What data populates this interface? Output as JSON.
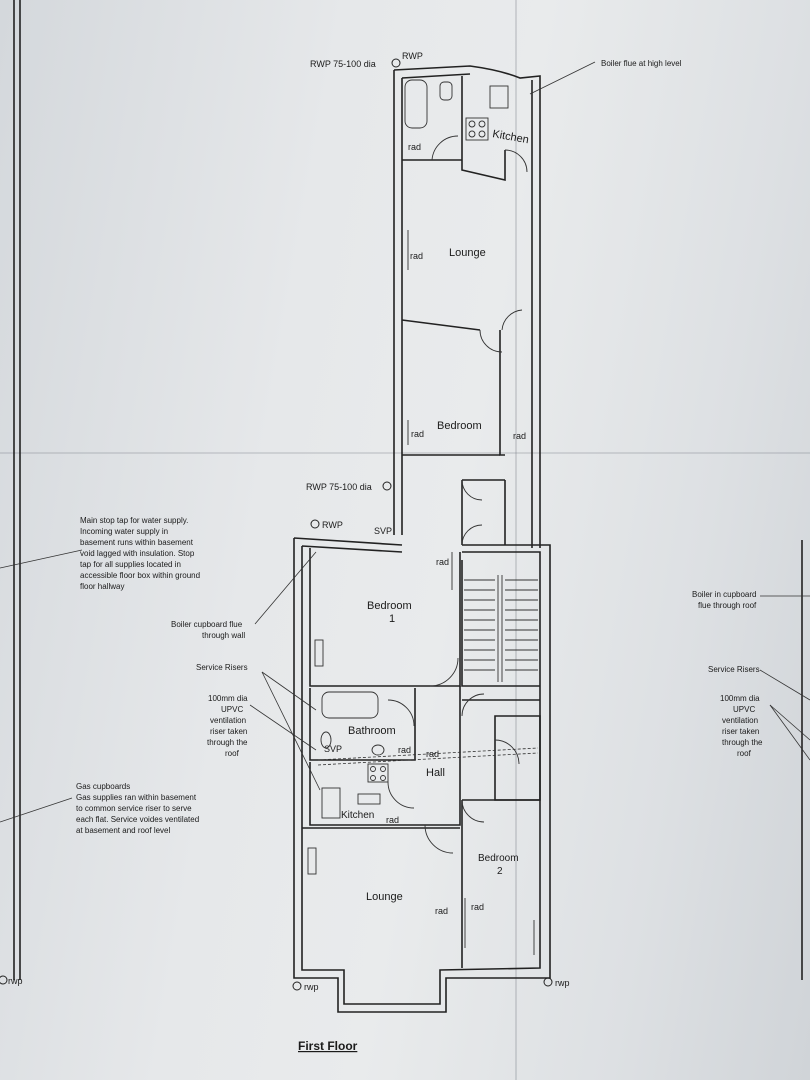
{
  "title": "First Floor",
  "rooms": {
    "kitchen_rear": "Kitchen",
    "lounge_rear": "Lounge",
    "bedroom_rear": "Bedroom",
    "bedroom1_line1": "Bedroom",
    "bedroom1_line2": "1",
    "bathroom": "Bathroom",
    "hall": "Hall",
    "kitchen_front": "Kitchen",
    "bedroom2_line1": "Bedroom",
    "bedroom2_line2": "2",
    "lounge_front": "Lounge"
  },
  "labels": {
    "rwp_75_100_top": "RWP 75-100 dia",
    "rwp_top": "RWP",
    "rwp_75_100_mid": "RWP 75-100 dia",
    "rwp_mid": "RWP",
    "svp_top": "SVP",
    "svp_bath": "SVP",
    "rad": "rad",
    "rwp_bottom_left": "rwp",
    "rwp_bottom_right": "rwp",
    "rwp_left_edge": "rwp"
  },
  "notes": {
    "boiler_flue": "Boiler flue at high level",
    "stop_tap": [
      "Main stop tap for water supply.",
      "Incoming water supply in",
      "basement runs within basement",
      "void lagged with insulation. Stop",
      "tap for all supplies located in",
      "accessible floor box within ground",
      "floor hallway"
    ],
    "boiler_cupboard": [
      "Boiler cupboard flue",
      "through wall"
    ],
    "service_risers": "Service Risers",
    "ventilation": [
      "100mm dia",
      "UPVC",
      "ventilation",
      "riser taken",
      "through the",
      "roof"
    ],
    "gas_cupboards": [
      "Gas cupboards",
      "Gas supplies ran within basement",
      "to common service riser to serve",
      "each flat. Service voides ventilated",
      "at basement and roof level"
    ],
    "boiler_right": [
      "Boiler in cupboard",
      "flue through roof"
    ],
    "service_risers_right": "Service Risers",
    "ventilation_right": [
      "100mm dia",
      "UPVC",
      "ventilation",
      "riser taken",
      "through the",
      "roof"
    ]
  }
}
